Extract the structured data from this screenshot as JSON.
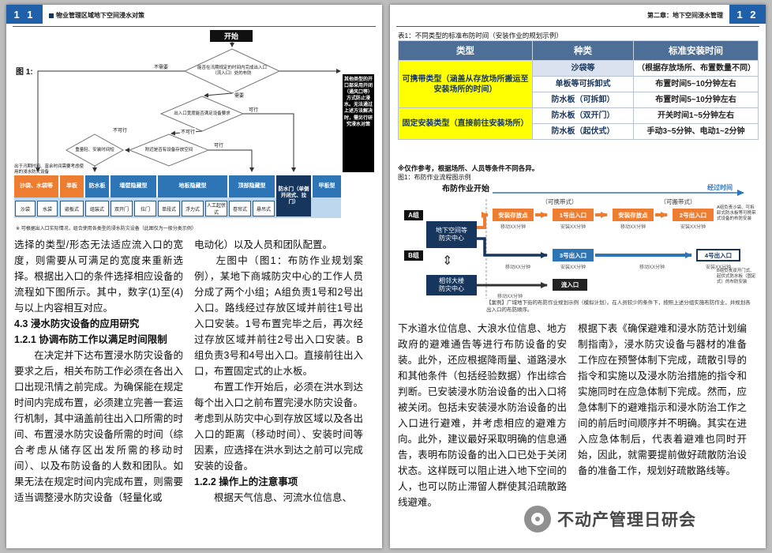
{
  "colors": {
    "accent_blue": "#2060a8",
    "table_header_blue": "#4d6e96",
    "highlight_yellow": "#ffff00",
    "orange": "#ed7d31",
    "mid_blue": "#2e75b6",
    "navy": "#17365d",
    "band_blue": "#bdd7ee"
  },
  "left": {
    "page_number": "1 1",
    "header_title": "物业管理区域地下空间浸水对策",
    "flowchart": {
      "figure_label": "图 1:",
      "start": "开始",
      "d1": "能否在汛期规定的时间内完成出入口（流入口）处的布防",
      "d2": "出入口宽度能否满足设备要求",
      "d3": "附近是否有设备存放空间",
      "d4": "重量轻、安装时间短",
      "branch_no_need": "不需要",
      "branch_need": "需要",
      "branch_ok": "可行",
      "branch_ng": "不可行",
      "side_note": "其他类型的开口部采用开闭（通风口等）方式防止浸水。无法通过上述方法解决时，需另行研究浸水对策",
      "left_note": "出于汛期时间、富余时间需要考虑使用的浸水防灾设备",
      "categories": [
        {
          "label": "沙袋、水袋等",
          "subs": [
            "沙袋",
            "水袋"
          ]
        },
        {
          "label": "单板",
          "subs": [
            "嵌板式"
          ]
        },
        {
          "label": "防水板",
          "subs": [
            "组装式"
          ]
        },
        {
          "label": "墙壁隐藏型",
          "subs": [
            "双开门",
            "拉门"
          ]
        },
        {
          "label": "地板隐藏型",
          "subs": [
            "单段式",
            "浮力式",
            "人工起伏式"
          ]
        },
        {
          "label": "顶部隐藏型",
          "subs": [
            "卷帘式",
            "悬吊式"
          ]
        },
        {
          "label": "防水门（单侧开闭式、拉门）",
          "subs": []
        },
        {
          "label": "甲板型",
          "subs": []
        }
      ],
      "caption": "※ 可根据出入口实际情况，组合使用各类型的浸水防灾设备（此图仅为一般分类示例）"
    },
    "col1": {
      "p1": "选择的类型/形态无法适应流入口的宽度，则需要从可满足的宽度来重新选择。根据出入口的条件选择相应设备的流程如下图所示。其中，数字(1)至(4)与以上内容相互对应。",
      "h1": "4.3 浸水防灾设备的应用研究",
      "h2": "1.2.1 协调布防工作以满足时间限制",
      "p2": "　　在决定并下达布置浸水防灾设备的要求之后，相关布防工作必须在各出入口出现汛情之前完成。为确保能在规定时间内完成布置，必须建立完善一套运行机制，其中涵盖前往出入口所需的时间、布置浸水防灾设备所需的时间（综合考虑从储存区出发所需的移动时间）、以及布防设备的人数和团队。如果无法在规定时间内完成布置，则需要适当调整浸水防灾设备（轻量化或"
    },
    "col2": {
      "p1": "电动化）以及人员和团队配置。",
      "p2": "　　左图中（图1：布防作业规划案例），某地下商城防灾中心的工作人员分成了两个小组；A组负责1号和2号出入口。路线经过存放区域并前往1号出入口安装。1号布置完毕之后，再次经过存放区域并前往2号出入口安装。B组负责3号和4号出入口。直接前往出入口，布置固定式的止水板。",
      "p3": "　　布置工作开始后，必须在洪水到达每个出入口之前布置完浸水防灾设备。考虑到从防灾中心到存放区域以及各出入口的距离（移动时间）、安装时间等因素，应选择在洪水到达之前可以完成安装的设备。",
      "h1": "1.2.2 操作上的注意事项",
      "p4": "　　根据天气信息、河流水位信息、"
    }
  },
  "right": {
    "page_number": "1 2",
    "header_title": "第二章：地下空间浸水管理",
    "table": {
      "caption": "表1：不同类型的标准布防时间（安装作业的规划示例）",
      "headers": [
        "类型",
        "种类",
        "标准安装时间"
      ],
      "type1": "可携带类型（涵盖从存放场所搬运至安装场所的时间）",
      "type2": "固定安装类型（直接前往安装场所）",
      "rows": [
        {
          "kind": "沙袋等",
          "time": "（根据存放场所、布置数量不同）"
        },
        {
          "kind": "单板等可拆卸式",
          "time": "布置时间5~10分钟左右"
        },
        {
          "kind": "防水板（可拆卸）",
          "time": "布置时间5~10分钟左右"
        },
        {
          "kind": "防水板（双开门）",
          "time": "开关时间1~5分钟左右"
        },
        {
          "kind": "防水板（起伏式）",
          "time": "手动3~5分钟、电动1~2分钟"
        }
      ],
      "note": "※仅作参考，根据场所、人员等条件不同各异。"
    },
    "figure": {
      "caption": "图1：布防作业流程图示例",
      "title": "布防作业开始",
      "time_axis": "经过时间",
      "bracket1": "（可携带式）",
      "bracket2": "（可搬带式）",
      "groupA": "A组",
      "groupB": "B组",
      "center1": "地下空间等\n防灾中心",
      "center2": "相邻大楼\n防灾中心",
      "rowA": [
        "安装存放点",
        "1号出入口",
        "安装存放点",
        "2号出入口"
      ],
      "rowB": [
        "3号出入口",
        "4号出入口"
      ],
      "inflow": "流入口",
      "noteA": "A组负责沙袋、可拆卸式防水板等可携带式设备的布防安装",
      "noteB": "B组负责双开门式、起伏式防水板（固定式）的布防安装",
      "move_label": "移动XX分钟",
      "install_label": "安装XX分钟",
      "case_note": "【案例】广域地下街的布防作业规划示例（模拟计划）。在人员较少的条件下，按照上述分组实施布防作业，并规划各出入口的布防顺序。"
    },
    "col1": {
      "p1": "下水道水位信息、大浪水位信息、地方政府的避难通告等进行布防设备的安装。此外，还应根据降雨量、道路浸水和其他条件（包括经验数据）作出综合判断。已安装浸水防治设备的出入口将被关闭。包括未安装浸水防治设备的出入口进行避难，并考虑相应的避难方向。此外，建议最好采取明确的信息通告，表明布防设备的出入口已处于关闭状态。这样既可以阻止进入地下空间的人，也可以防止滞留人群使其沿疏散路线避难。"
    },
    "col2": {
      "p1": "根据下表《确保避难和浸水防范计划编制指南》，浸水防灾设备与器材的准备工作应在预警体制下完成，疏散引导的指令和实施以及浸水防治措施的指令和实施同时在应急体制下完成。然而，应急体制下的避难指示和浸水防治工作之间的前后时间顺序并不明确。其实在进入应急体制后，代表着避难也同时开始，因此，就需要提前做好疏散防治设备的准备工作，规划好疏散路线等。"
    },
    "logo_text": "不动产管理日研会"
  }
}
